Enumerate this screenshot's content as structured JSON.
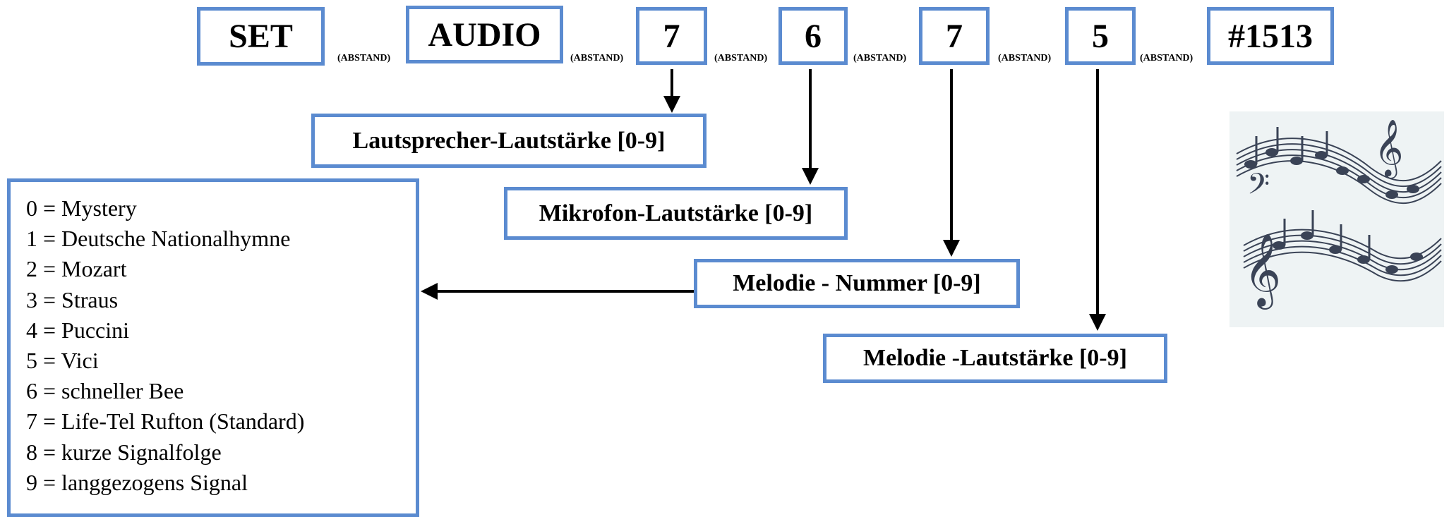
{
  "command": {
    "keyword": "SET",
    "target": "AUDIO",
    "values": [
      "7",
      "6",
      "7",
      "5"
    ],
    "code": "#1513",
    "separator": "(ABSTAND)"
  },
  "labels": {
    "speaker_volume": "Lautsprecher-Lautstärke [0-9]",
    "mic_volume": "Mikrofon-Lautstärke [0-9]",
    "melody_number": "Melodie - Nummer [0-9]",
    "melody_volume": "Melodie -Lautstärke [0-9]"
  },
  "melody_list": [
    "0 = Mystery",
    "1 = Deutsche Nationalhymne",
    "2 = Mozart",
    "3 = Straus",
    "4 = Puccini",
    "5 = Vici",
    "6 = schneller Bee",
    "7 = Life-Tel Rufton (Standard)",
    "8 = kurze Signalfolge",
    "9 = langgezogens Signal"
  ],
  "decoration": {
    "image": "music-notes-illustration",
    "note_color": "#3a4356",
    "panel_color": "#eef3f4"
  },
  "colors": {
    "box_border": "#5b8bd0",
    "arrow": "#000000"
  }
}
